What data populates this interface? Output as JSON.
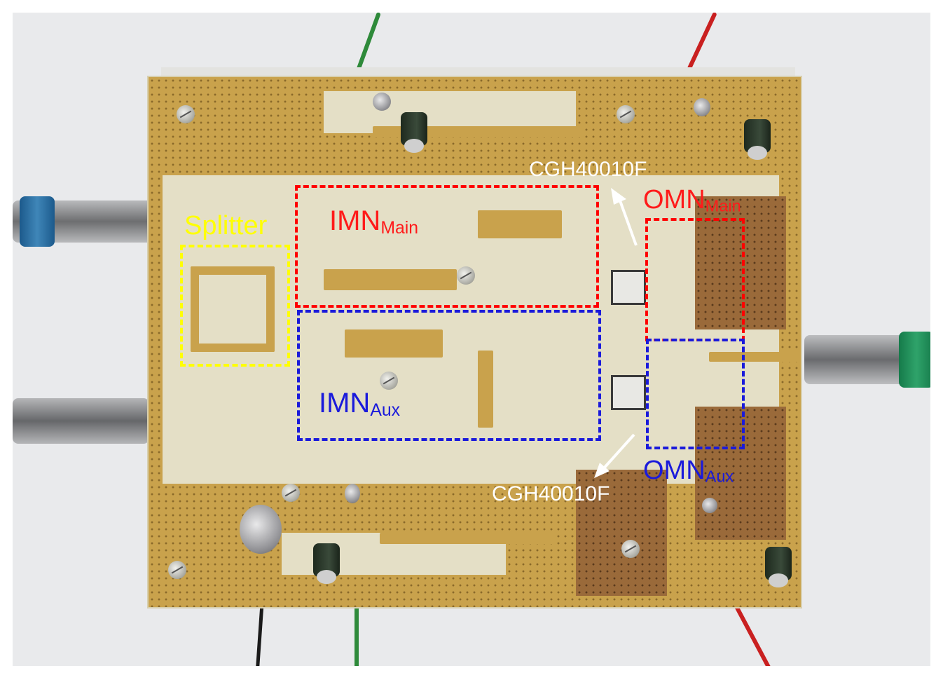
{
  "figure": {
    "labels": {
      "splitter": "Splitter",
      "imn_main": "IMN",
      "imn_main_sub": "Main",
      "imn_aux": "IMN",
      "imn_aux_sub": "Aux",
      "omn_main": "OMN",
      "omn_main_sub": "Main",
      "omn_aux": "OMN",
      "omn_aux_sub": "Aux",
      "transistor_top": "CGH40010F",
      "transistor_bottom": "CGH40010F"
    },
    "colors": {
      "splitter_box": "#ffff00",
      "main_box": "#ff0000",
      "aux_box": "#1a1adb",
      "transistor_label": "#ffffff",
      "arrow": "#ffffff"
    },
    "icons": {
      "arrow_top": "arrow-up-right-icon",
      "arrow_bottom": "arrow-down-left-icon"
    }
  }
}
